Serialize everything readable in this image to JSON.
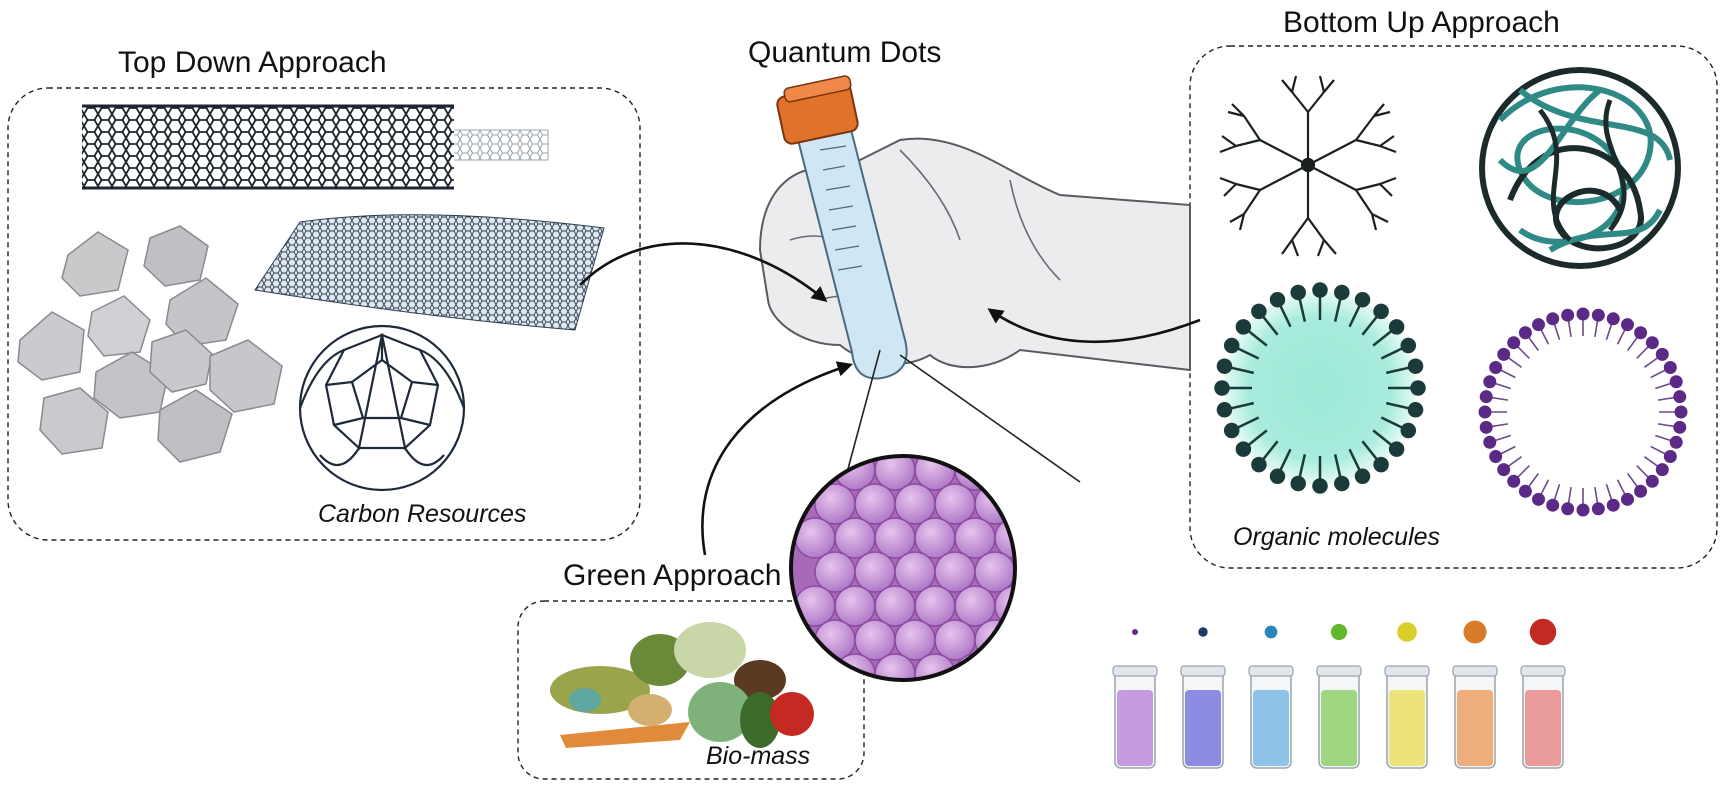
{
  "labels": {
    "top_down": "Top Down Approach",
    "quantum_dots": "Quantum Dots",
    "bottom_up": "Bottom Up Approach",
    "green": "Green Approach",
    "carbon_resources": "Carbon Resources",
    "organic_molecules": "Organic molecules",
    "bio_mass": "Bio-mass"
  },
  "colors": {
    "vial_liquids": [
      "#c59be0",
      "#8e8be2",
      "#8cc3e6",
      "#9fd67f",
      "#ece37a",
      "#eeae7c",
      "#e99a9a"
    ],
    "dots": [
      "#6a2a8a",
      "#1f3a6a",
      "#2a86b8",
      "#62b82a",
      "#d8cf2a",
      "#d87a28",
      "#c32a22"
    ],
    "micelle_core": "#9de8d6",
    "lipid_heads": "#5b2a86",
    "qd_spheres": "#c890d8"
  }
}
